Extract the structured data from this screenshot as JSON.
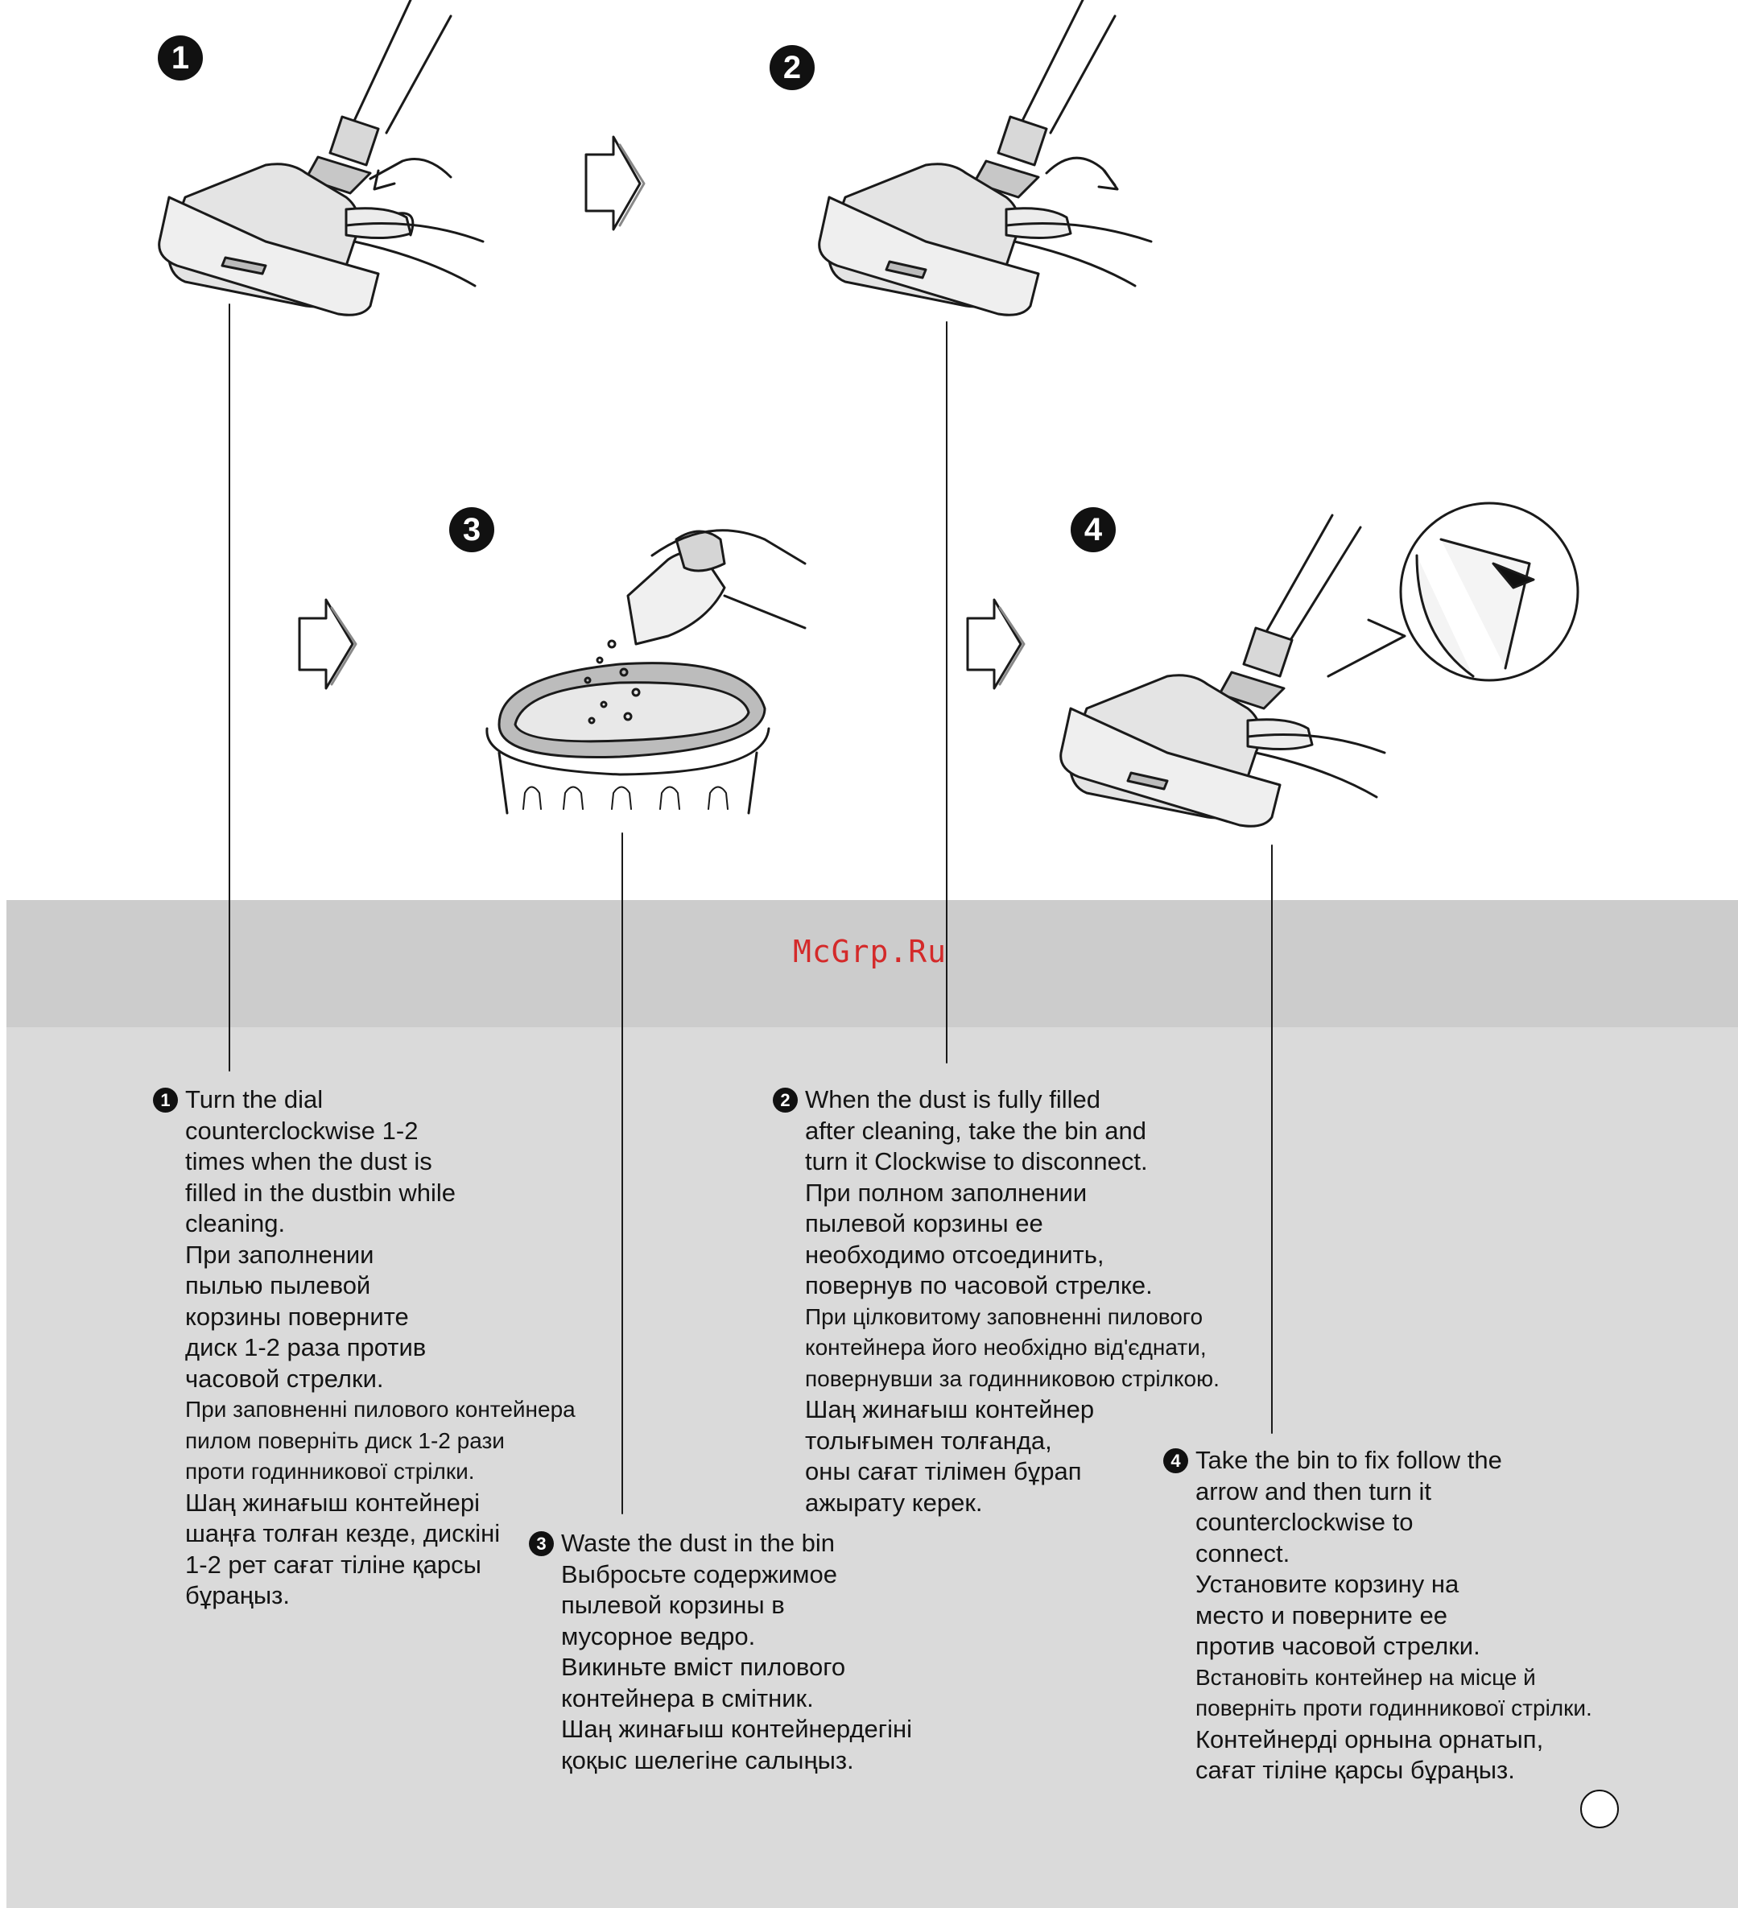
{
  "watermark": "McGrp.Ru",
  "badges": [
    "1",
    "2",
    "3",
    "4"
  ],
  "steps": [
    {
      "num": "1",
      "en": [
        "Turn the dial",
        "counterclockwise 1-2",
        "times when the dust is",
        "filled in the dustbin while",
        "cleaning."
      ],
      "ru": [
        "При заполнении",
        "пылью пылевой",
        "корзины поверните",
        "диск 1-2 раза против",
        "часовой стрелки."
      ],
      "uk": [
        "При заповненні пилового контейнера",
        "пилом поверніть диск 1-2 рази",
        "проти годинникової стрілки."
      ],
      "kk": [
        "Шаң жинағыш контейнері",
        "шаңға толған кезде, дискіні",
        "1-2 рет сағат тіліне қарсы",
        "бұраңыз."
      ]
    },
    {
      "num": "2",
      "en": [
        "When the dust is fully filled",
        "after cleaning, take the bin and",
        "turn it Clockwise to disconnect."
      ],
      "ru": [
        "При полном заполнении",
        "пылевой корзины ее",
        "необходимо отсоединить,",
        "повернув по часовой стрелке."
      ],
      "uk": [
        "При цілковитому заповненні пилового",
        "контейнера його необхідно від'єднати,",
        "повернувши за годинниковою стрілкою."
      ],
      "kk": [
        "Шаң жинағыш контейнер",
        "толығымен толғанда,",
        "оны сағат тілімен бұрап",
        "ажырату керек."
      ]
    },
    {
      "num": "3",
      "en": [
        "Waste the dust in the bin"
      ],
      "ru": [
        "Выбросьте содержимое",
        "пылевой корзины в",
        "мусорное ведро."
      ],
      "uk": [
        "Викиньте вміст пилового",
        "контейнера в смітник."
      ],
      "kk": [
        "Шаң жинағыш контейнердегіні",
        "қоқыс шелегіне салыңыз."
      ]
    },
    {
      "num": "4",
      "en": [
        "Take the bin to fix follow the",
        "arrow and then turn it",
        "counterclockwise to",
        "connect."
      ],
      "ru": [
        "Установите корзину на",
        "место и поверните ее",
        "против часовой стрелки."
      ],
      "uk": [
        "Встановіть контейнер на місце й",
        "поверніть проти годинникової стрілки."
      ],
      "kk": [
        "Контейнерді орнына орнатып,",
        "сағат тіліне қарсы бұраңыз."
      ]
    }
  ]
}
